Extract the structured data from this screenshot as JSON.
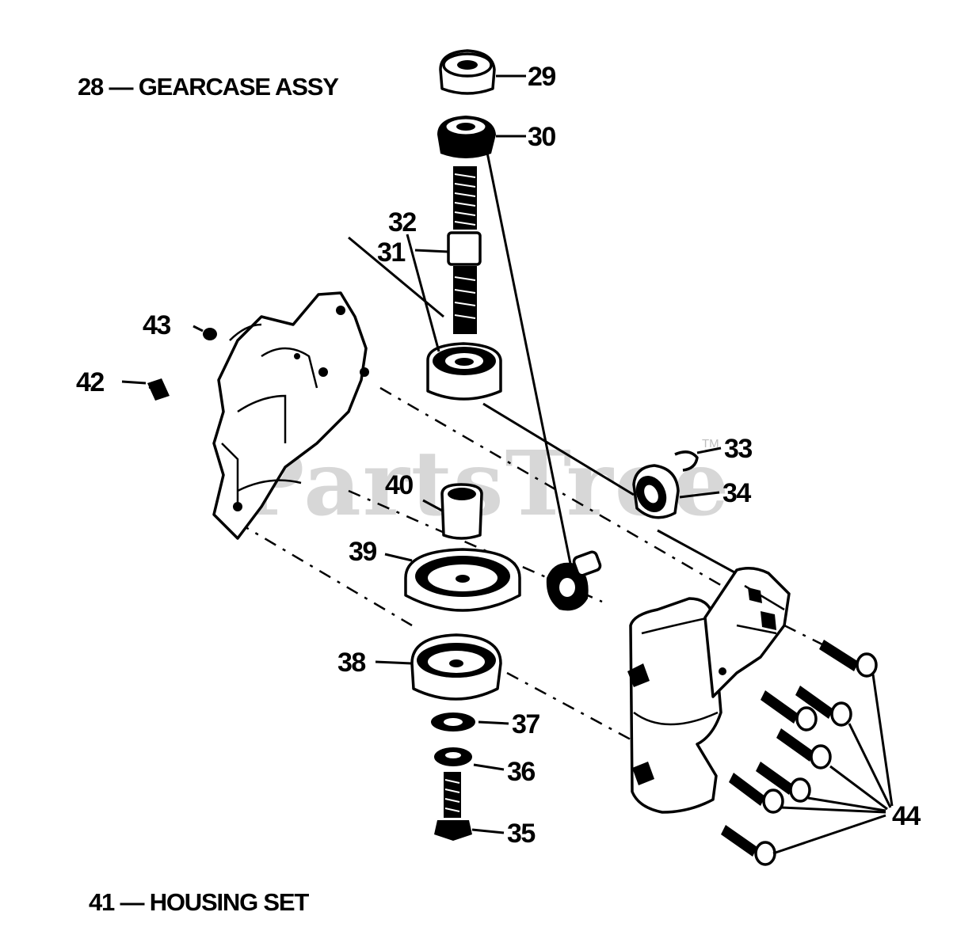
{
  "watermark": {
    "text": "PartsTree",
    "trademark": "TM"
  },
  "assemblies": {
    "gearcase": "28 — GEARCASE ASSY",
    "housing": "41 — HOUSING SET"
  },
  "callouts": {
    "p29": "29",
    "p30": "30",
    "p31": "31",
    "p32": "32",
    "p33": "33",
    "p34": "34",
    "p35": "35",
    "p36": "36",
    "p37": "37",
    "p38": "38",
    "p39": "39",
    "p40": "40",
    "p42": "42",
    "p43": "43",
    "p44": "44"
  }
}
